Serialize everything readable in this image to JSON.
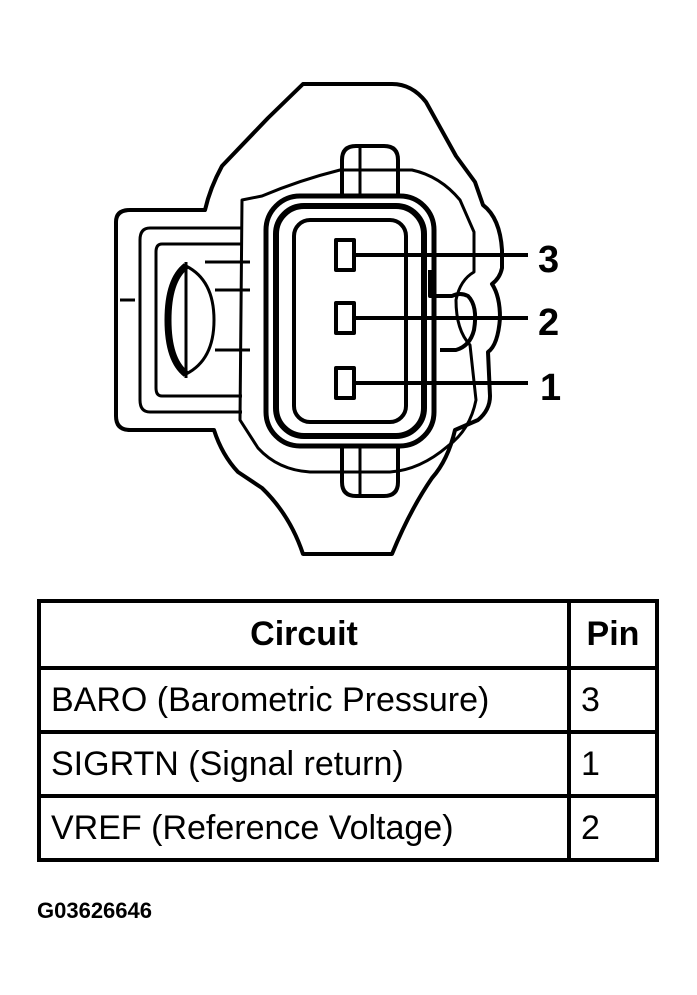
{
  "connector": {
    "pins": [
      {
        "label": "3"
      },
      {
        "label": "2"
      },
      {
        "label": "1"
      }
    ]
  },
  "table": {
    "headers": [
      "Circuit",
      "Pin"
    ],
    "rows": [
      {
        "circuit": "BARO (Barometric Pressure)",
        "pin": "3"
      },
      {
        "circuit": "SIGRTN (Signal return)",
        "pin": "1"
      },
      {
        "circuit": "VREF (Reference Voltage)",
        "pin": "2"
      }
    ]
  },
  "diagram_code": "G03626646",
  "colors": {
    "ink": "#000000",
    "paper": "#ffffff"
  }
}
